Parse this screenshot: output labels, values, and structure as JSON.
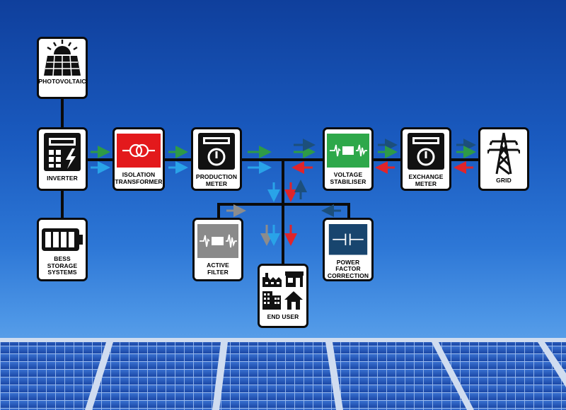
{
  "diagram": {
    "nodes": {
      "photovoltaic": {
        "label": "PHOTOVOLTAIC",
        "icon": "solar-panel-icon"
      },
      "inverter": {
        "label": "INVERTER",
        "icon": "inverter-icon"
      },
      "bess": {
        "label": "BESS\nSTORAGE\nSYSTEMS",
        "icon": "battery-icon"
      },
      "isolation_transformer": {
        "label": "ISOLATION\nTRANSFORMER",
        "icon": "transformer-icon",
        "icon_bg": "#e3191c"
      },
      "production_meter": {
        "label": "PRODUCTION\nMETER",
        "icon": "meter-icon"
      },
      "voltage_stabiliser": {
        "label": "VOLTAGE\nSTABILISER",
        "icon": "stabiliser-icon",
        "icon_bg": "#2ea84a"
      },
      "exchange_meter": {
        "label": "EXCHANGE\nMETER",
        "icon": "meter-icon"
      },
      "grid": {
        "label": "GRID",
        "icon": "pylon-icon"
      },
      "active_filter": {
        "label": "ACTIVE\nFILTER",
        "icon": "filter-icon",
        "icon_bg": "#8a8a8a"
      },
      "end_user": {
        "label": "END USER",
        "icon": "buildings-icon"
      },
      "power_factor_correction": {
        "label": "POWER FACTOR\nCORRECTION",
        "icon": "capacitor-icon",
        "icon_bg": "#18456e"
      }
    },
    "flow_colors": {
      "production": "#2e9a47",
      "consumption": "#29a3e8",
      "grid_import": "#e0242a",
      "export": "#1c4f7c",
      "filter": "#8c8c8c"
    }
  }
}
